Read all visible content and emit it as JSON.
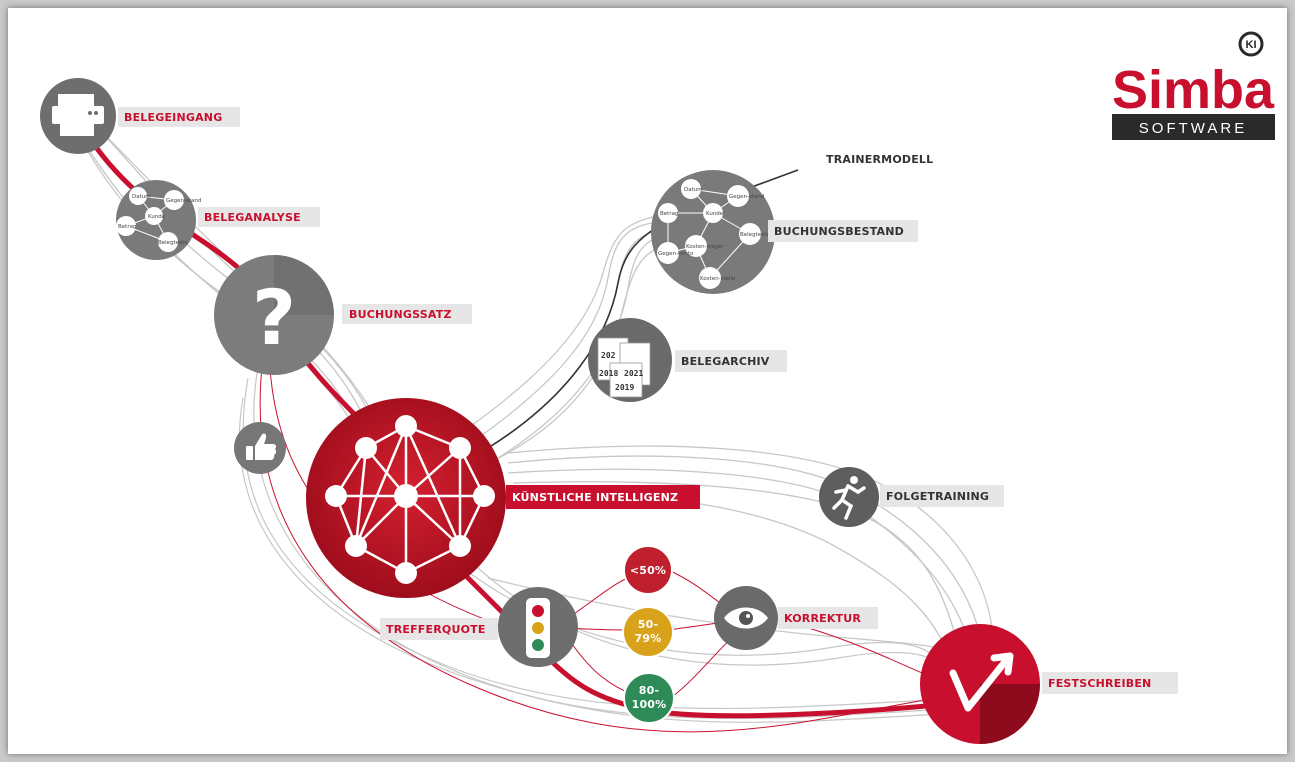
{
  "logo": {
    "badge": "KI",
    "name": "Simba",
    "sub": "SOFTWARE"
  },
  "nodes": {
    "belegeingang": "BELEGEINGANG",
    "beleganalyse": "BELEGANALYSE",
    "buchungssatz": "BUCHUNGSSATZ",
    "trainermodell": "TRAINERMODELL",
    "buchungsbestand": "BUCHUNGSBESTAND",
    "belegarchiv": "BELEGARCHIV",
    "ki": "KÜNSTLICHE INTELLIGENZ",
    "folgetraining": "FOLGETRAINING",
    "trefferquote": "TREFFERQUOTE",
    "korrektur": "KORREKTUR",
    "festschreiben": "FESTSCHREIBEN"
  },
  "analysis_words": [
    "Datum",
    "Gegen-stand",
    "Kunde",
    "Betrag",
    "Belegtexte"
  ],
  "bestand_words": [
    "Datum",
    "Gegen-stand",
    "Betrag",
    "Kunde",
    "Belegtexte",
    "Gegen-konto",
    "Kosten-träger",
    "Kosten-stelle"
  ],
  "archive_years": [
    "202",
    "2018",
    "2021",
    "2019"
  ],
  "rates": {
    "low": {
      "l1": "<50%",
      "color": "#c0202d"
    },
    "mid": {
      "l1": "50-",
      "l2": "79%",
      "color": "#d9a21b"
    },
    "high": {
      "l1": "80-",
      "l2": "100%",
      "color": "#2e8b57"
    }
  },
  "colors": {
    "accent": "#c8102e",
    "gray": "#707070",
    "darkgray": "#4a4a4a"
  }
}
